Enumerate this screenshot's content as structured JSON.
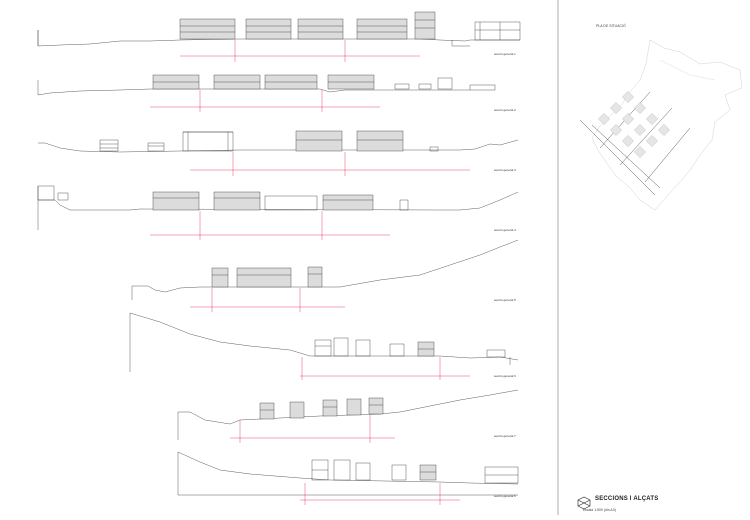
{
  "sheet": {
    "title": "SECCIONS I ALÇATS",
    "subtitle": "escala 1:500 (din A3)",
    "keyplan_label": "PLA DE SITUACIÓ"
  },
  "section_labels": [
    "secció general 1",
    "secció general 2",
    "secció general 3",
    "secció general 4",
    "secció general 5",
    "secció general 6",
    "secció general 7",
    "secció general 8"
  ],
  "colors": {
    "line": "#333333",
    "fill": "#dcdcdc",
    "dim": "#e0194a",
    "frame": "#9a9a9a"
  }
}
